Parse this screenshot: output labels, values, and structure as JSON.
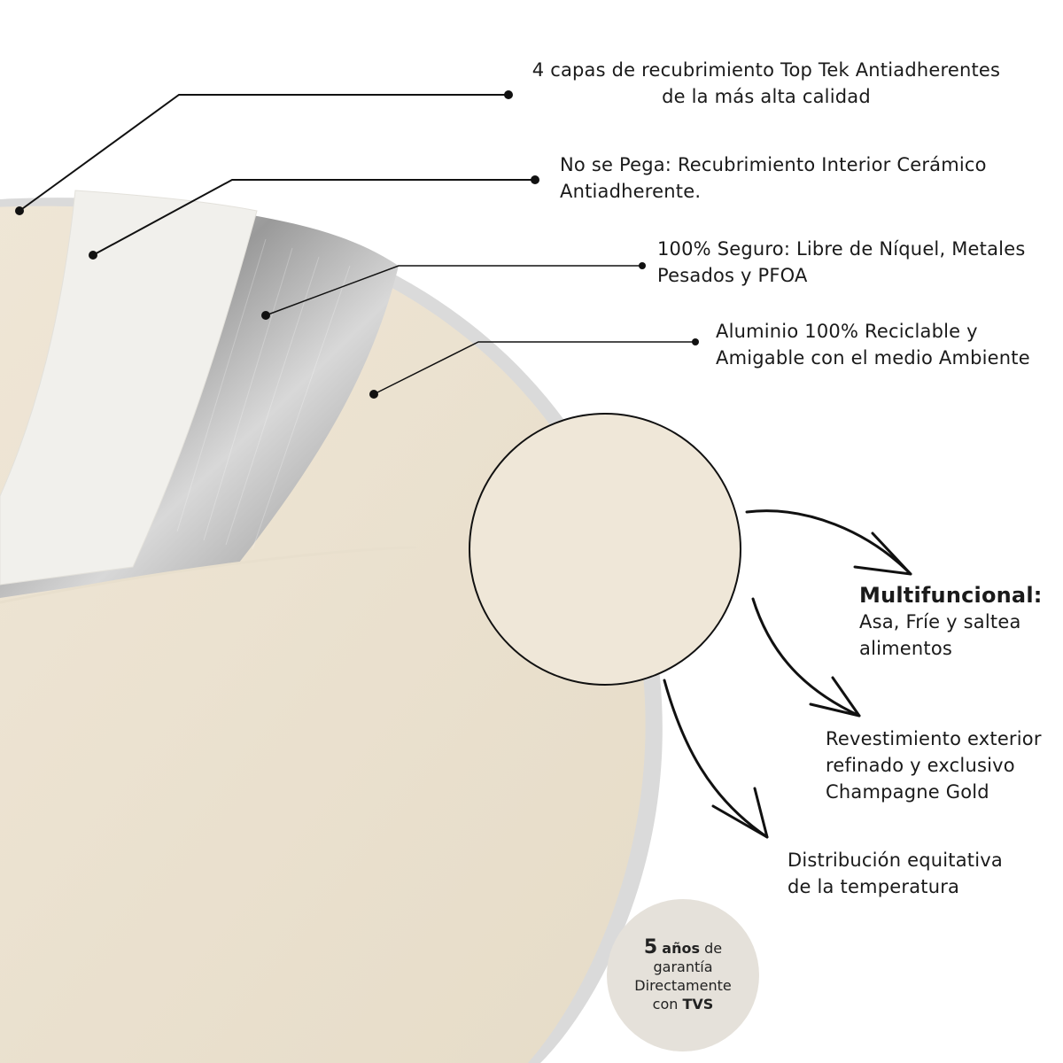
{
  "callouts": {
    "layers": {
      "line1": "4 capas de recubrimiento Top Tek Antiadherentes",
      "line2": "de la más alta calidad"
    },
    "nonstick": {
      "line1": "No se Pega: Recubrimiento Interior Cerámico",
      "line2": "Antiadherente."
    },
    "safe": {
      "line1": "100% Seguro: Libre de Níquel, Metales",
      "line2": "Pesados y PFOA"
    },
    "aluminium": {
      "line1": "Aluminio 100% Reciclable y",
      "line2": "Amigable con el medio Ambiente"
    }
  },
  "features": {
    "multifunctional": {
      "title": "Multifuncional:",
      "line1": "Asa, Fríe y saltea",
      "line2": "alimentos"
    },
    "exterior": {
      "line1": "Revestimiento exterior",
      "line2": "refinado y exclusivo",
      "line3": "Champagne Gold"
    },
    "distribution": {
      "line1": "Distribución equitativa",
      "line2": "de la temperatura"
    }
  },
  "badge": {
    "number": "5",
    "years": "años",
    "de": "de",
    "line2": "garantía",
    "line3": "Directamente",
    "con": "con",
    "brand": "TVS"
  },
  "colors": {
    "champagne": "#ece2d0",
    "steel": "#b9b9b9",
    "white_layer": "#f1f0ec",
    "badge_bg": "#e5e1da"
  }
}
